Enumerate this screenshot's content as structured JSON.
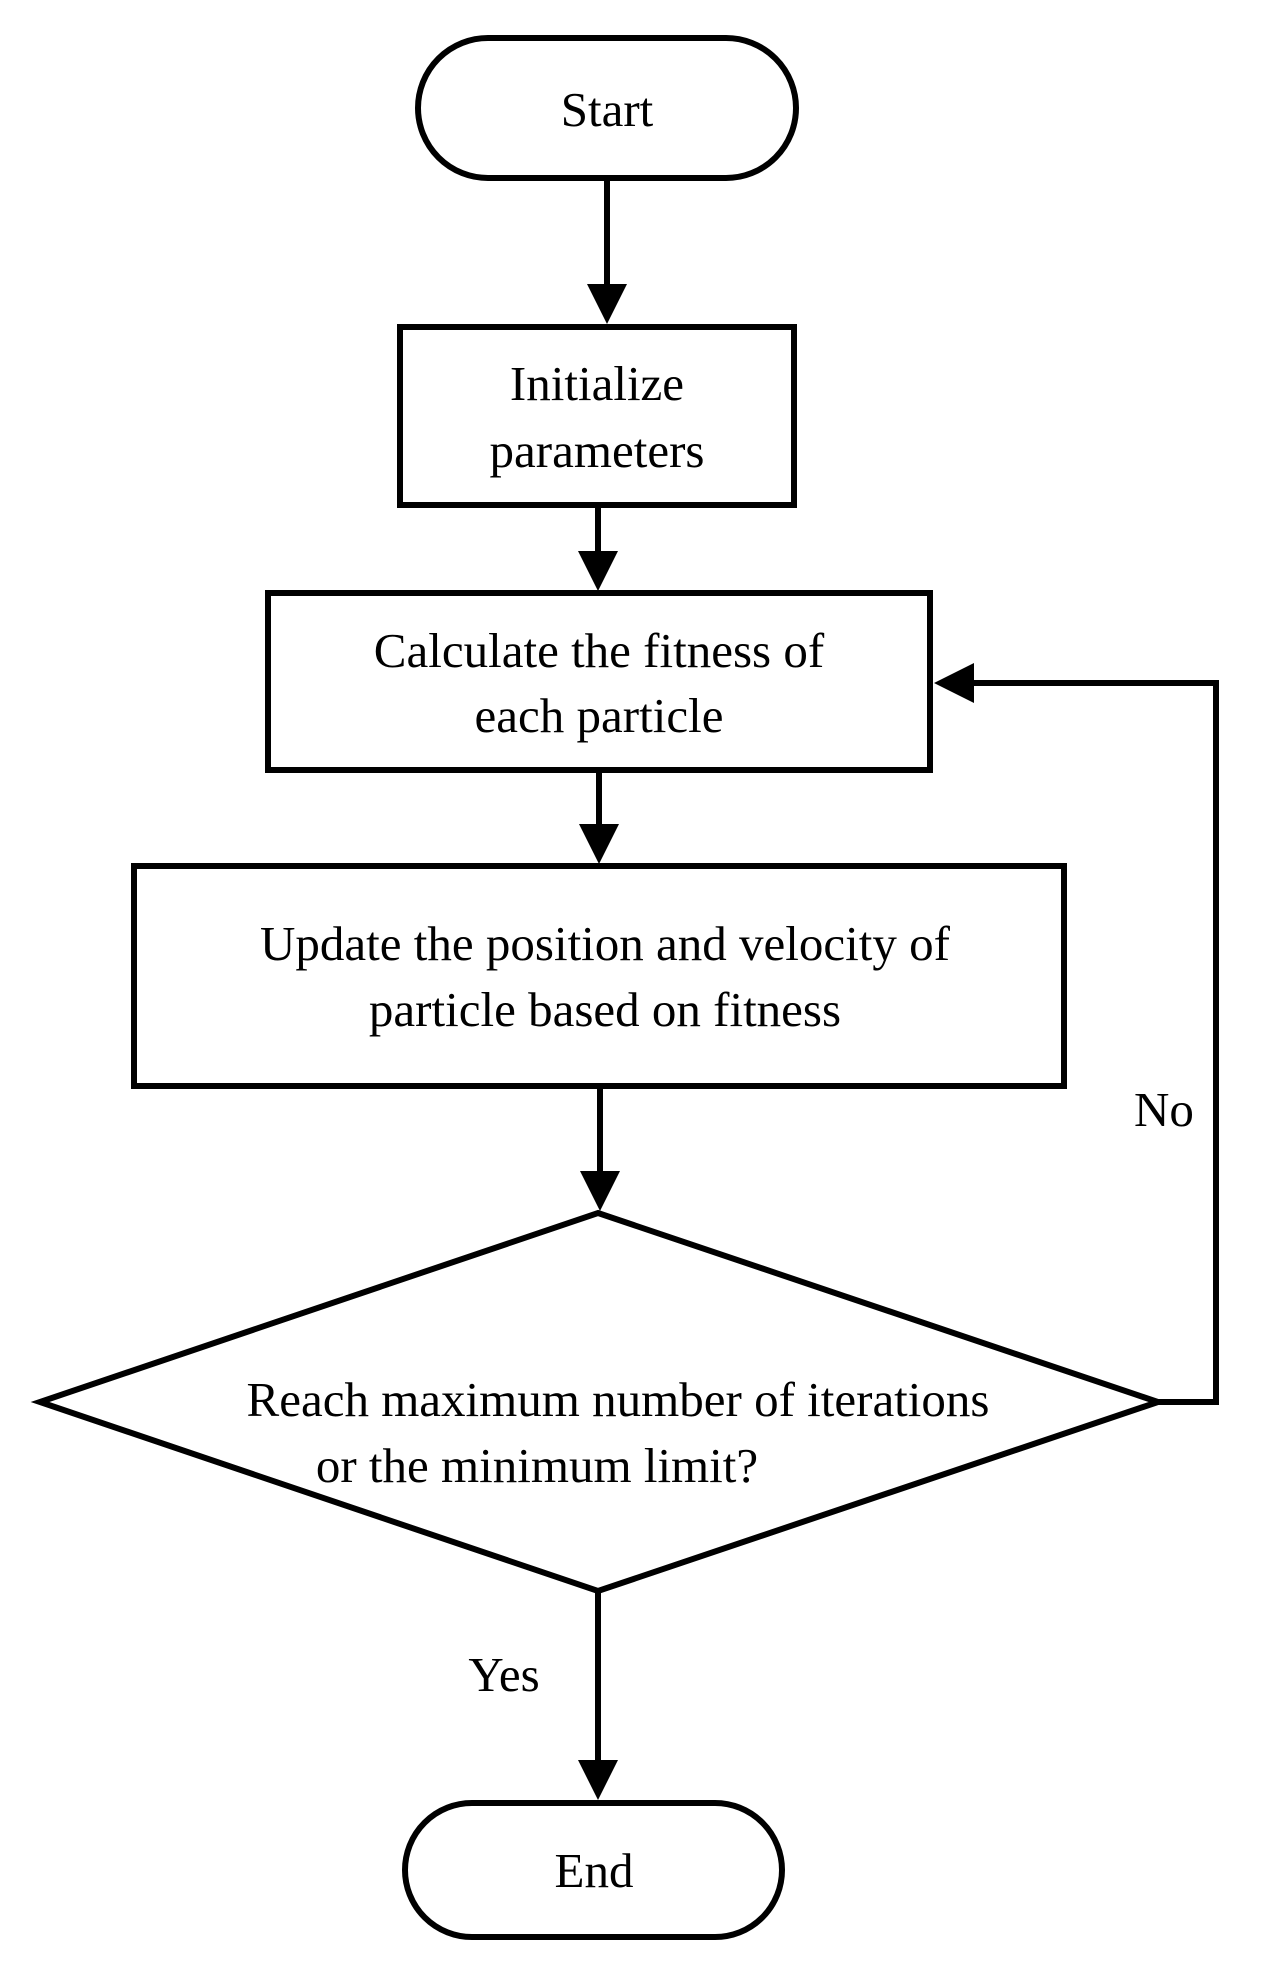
{
  "nodes": {
    "start": {
      "lines": [
        "Start"
      ]
    },
    "init": {
      "lines": [
        "Initialize",
        "parameters"
      ]
    },
    "fitness": {
      "lines": [
        "Calculate the fitness of",
        "each particle"
      ]
    },
    "update": {
      "lines": [
        "Update the position and velocity of",
        "particle based on fitness"
      ]
    },
    "decision": {
      "lines": [
        "Reach maximum number of iterations",
        "or  the minimum limit?"
      ]
    },
    "end": {
      "lines": [
        "End"
      ]
    }
  },
  "branches": {
    "no": "No",
    "yes": "Yes"
  }
}
